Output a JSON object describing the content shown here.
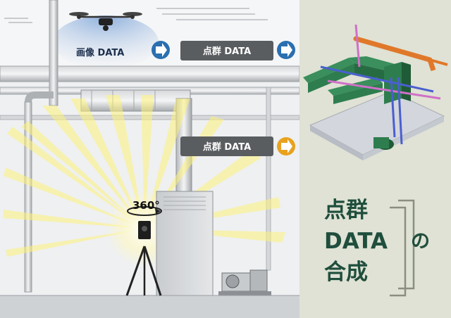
{
  "labels": {
    "image_data": "画像 DATA",
    "point_cloud_top": "点群 DATA",
    "point_cloud_mid": "点群 DATA",
    "rotation": "360°"
  },
  "title": {
    "line1": "点群",
    "line2": "DATA",
    "particle": "の",
    "line3": "合成"
  },
  "icons": {
    "arrow_top_left": "blue-arrow-icon",
    "arrow_top_right": "blue-arrow-icon",
    "arrow_mid": "orange-arrow-icon",
    "drone": "drone-icon",
    "scanner": "laser-scanner-icon"
  },
  "colors": {
    "blue_arrow": "#2a6fb0",
    "orange_arrow": "#e8a21e",
    "label_box": "#5a5d60",
    "title_green": "#1f4e3d",
    "duct_green": "#2e7d4f",
    "pipe_orange": "#e0782a"
  }
}
